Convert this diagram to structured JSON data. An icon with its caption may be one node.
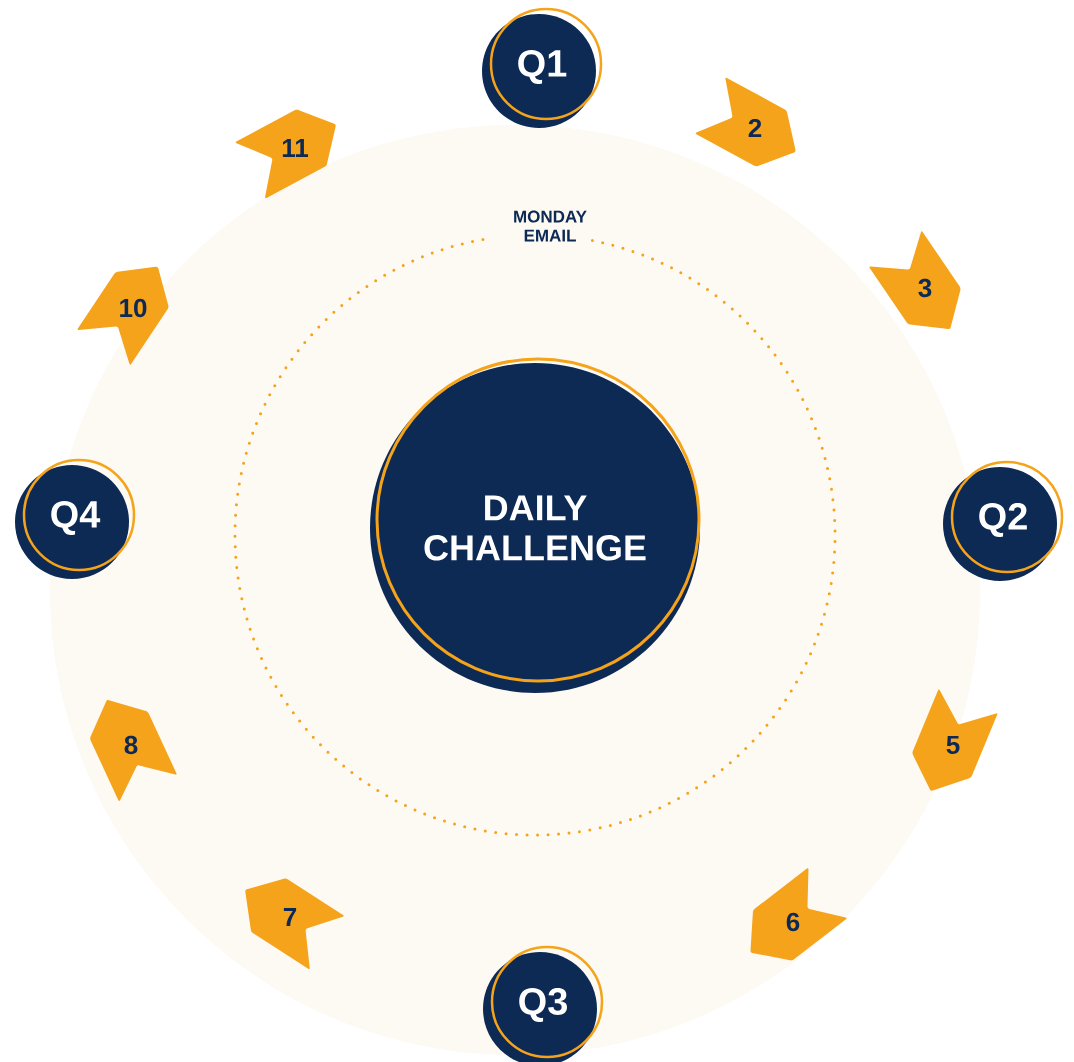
{
  "diagram": {
    "nodes": [
      {
        "text": [
          "DAILY CHALLENGE"
        ]
      },
      {
        "text": [
          "Q1"
        ]
      },
      {
        "text": [
          "2"
        ]
      },
      {
        "text": [
          "3"
        ]
      },
      {
        "text": [
          "Q2"
        ]
      },
      {
        "text": [
          "5"
        ]
      },
      {
        "text": [
          "6"
        ]
      },
      {
        "text": [
          "Q3"
        ]
      },
      {
        "text": [
          "7"
        ]
      },
      {
        "text": [
          "8"
        ]
      },
      {
        "text": [
          "Q4"
        ]
      },
      {
        "text": [
          "10"
        ]
      },
      {
        "text": [
          "11"
        ]
      }
    ],
    "labels": [
      "MONDAY EMAIL"
    ]
  }
}
